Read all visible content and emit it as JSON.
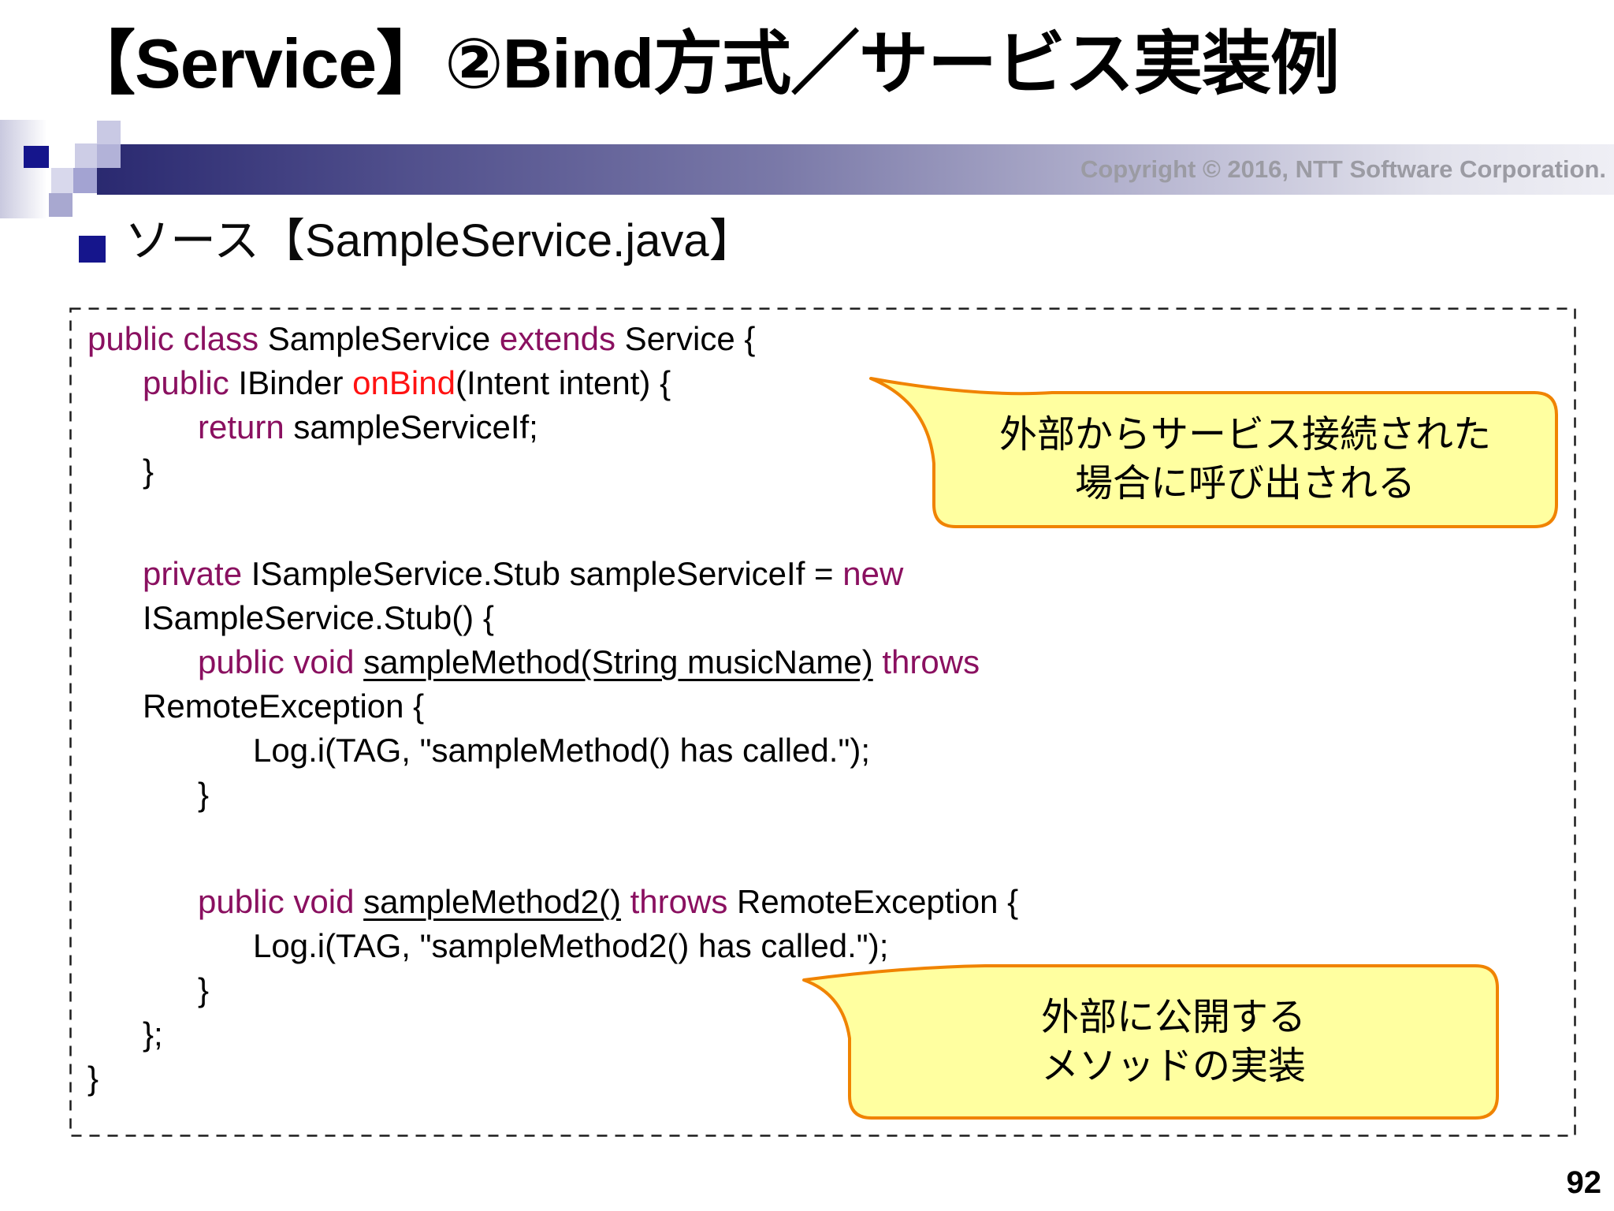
{
  "slide": {
    "title": "【Service】②Bind方式／サービス実装例",
    "copyright": "Copyright © 2016, NTT Software Corporation.",
    "bullet_label": "ソース【SampleService.java】",
    "page_number": "92"
  },
  "colors": {
    "keyword_purple": "#8a1060",
    "method_red": "#ff1212",
    "code_text": "#000000",
    "callout_fill": "#ffffa0",
    "callout_border": "#f08300",
    "accent_navy": "#15158c",
    "bar_gradient_start": "#2a2970",
    "bar_gradient_end": "#efeff5",
    "copyright_gray": "#9b9ba3"
  },
  "code_block": {
    "lines": [
      {
        "indent": 0,
        "segments": [
          {
            "t": "public class",
            "s": "k"
          },
          {
            "t": " SampleService ",
            "s": "p"
          },
          {
            "t": "extends",
            "s": "k"
          },
          {
            "t": " Service {",
            "s": "p"
          }
        ]
      },
      {
        "indent": 1,
        "segments": [
          {
            "t": "public",
            "s": "k"
          },
          {
            "t": " IBinder ",
            "s": "p"
          },
          {
            "t": "onBind",
            "s": "r"
          },
          {
            "t": "(Intent intent) {",
            "s": "p"
          }
        ]
      },
      {
        "indent": 2,
        "segments": [
          {
            "t": "return",
            "s": "k"
          },
          {
            "t": " sampleServiceIf;",
            "s": "p"
          }
        ]
      },
      {
        "indent": 1,
        "segments": [
          {
            "t": "}",
            "s": "p"
          }
        ]
      },
      {
        "blank": true,
        "h": 74
      },
      {
        "indent": 1,
        "segments": [
          {
            "t": "private",
            "s": "k"
          },
          {
            "t": " ISampleService.Stub sampleServiceIf = ",
            "s": "p"
          },
          {
            "t": "new",
            "s": "k"
          }
        ]
      },
      {
        "indent": 1,
        "segments": [
          {
            "t": "ISampleService.Stub() {",
            "s": "p"
          }
        ]
      },
      {
        "indent": 2,
        "segments": [
          {
            "t": "public void",
            "s": "k"
          },
          {
            "t": " ",
            "s": "p"
          },
          {
            "t": "sampleMethod(String musicName)",
            "s": "u"
          },
          {
            "t": " ",
            "s": "p"
          },
          {
            "t": "throws",
            "s": "k"
          }
        ]
      },
      {
        "indent": 1,
        "segments": [
          {
            "t": "RemoteException {",
            "s": "p"
          }
        ]
      },
      {
        "indent": 3,
        "segments": [
          {
            "t": "Log.i(TAG, \"sampleMethod() has called.\");",
            "s": "p"
          }
        ]
      },
      {
        "indent": 2,
        "segments": [
          {
            "t": "}",
            "s": "p"
          }
        ]
      },
      {
        "blank": true,
        "h": 80
      },
      {
        "indent": 2,
        "segments": [
          {
            "t": "public void",
            "s": "k"
          },
          {
            "t": " ",
            "s": "p"
          },
          {
            "t": "sampleMethod2()",
            "s": "u"
          },
          {
            "t": " ",
            "s": "p"
          },
          {
            "t": "throws",
            "s": "k"
          },
          {
            "t": " RemoteException {",
            "s": "p"
          }
        ]
      },
      {
        "indent": 3,
        "segments": [
          {
            "t": "Log.i(TAG, \"sampleMethod2() has called.\");",
            "s": "p"
          }
        ]
      },
      {
        "indent": 2,
        "segments": [
          {
            "t": "}",
            "s": "p"
          }
        ]
      },
      {
        "indent": 1,
        "segments": [
          {
            "t": "};",
            "s": "p"
          }
        ]
      },
      {
        "indent": 0,
        "segments": [
          {
            "t": "}",
            "s": "p"
          }
        ]
      }
    ]
  },
  "callouts": [
    {
      "lines": [
        "外部からサービス接続された",
        "場合に呼び出される"
      ]
    },
    {
      "lines": [
        "外部に公開する",
        "メソッドの実装"
      ]
    }
  ]
}
